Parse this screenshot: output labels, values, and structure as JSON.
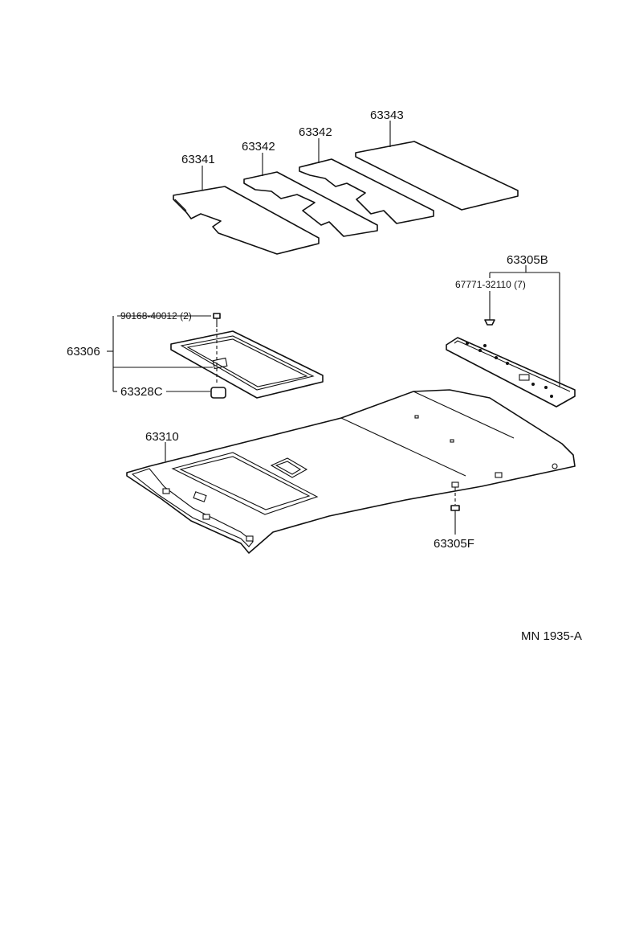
{
  "labels": {
    "p63341": "63341",
    "p63342a": "63342",
    "p63342b": "63342",
    "p63343": "63343",
    "p63305B": "63305B",
    "p67771": "67771-32110 (7)",
    "p90168": "90168-40012 (2)",
    "p63306": "63306",
    "p63328C": "63328C",
    "p63310": "63310",
    "p63305F": "63305F",
    "code": "MN 1935-A"
  }
}
